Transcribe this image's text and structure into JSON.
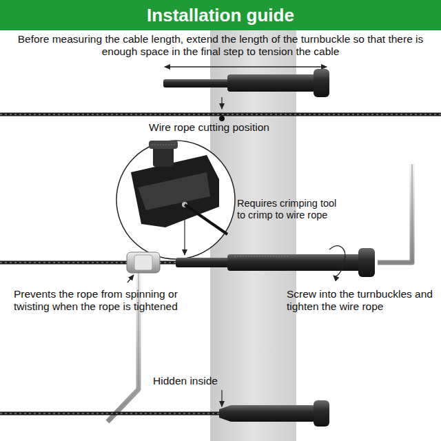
{
  "diagram": {
    "title": "Installation guide",
    "labels": [
      "Before measuring the cable length, extend the length of the turnbuckle so that there is enough space in the final step to tension the cable",
      "Wire rope cutting position",
      "Requires crimping tool to crimp to wire rope",
      "Prevents the rope from spinning or twisting when the rope is tightened",
      "Screw into the turnbuckles and tighten the wire rope",
      "Hidden inside"
    ]
  }
}
